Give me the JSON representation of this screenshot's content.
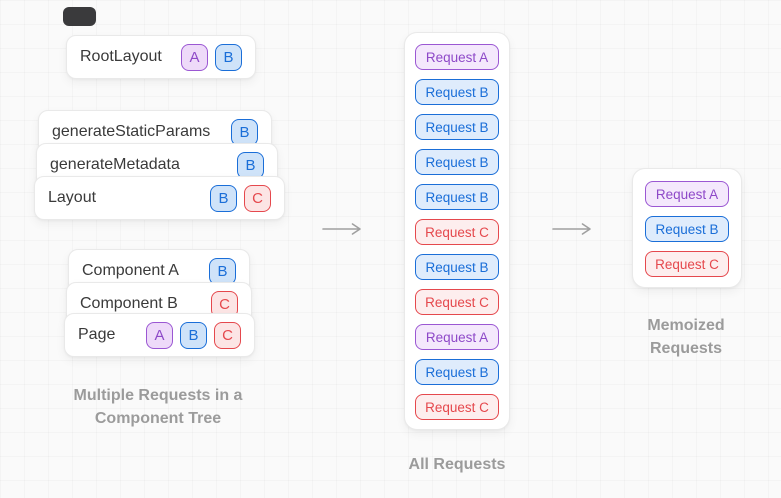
{
  "diagram": {
    "left_column": {
      "cards": [
        {
          "label": "RootLayout",
          "badges": [
            "A",
            "B"
          ]
        },
        {
          "label": "generateStaticParams",
          "badges": [
            "B"
          ]
        },
        {
          "label": "generateMetadata",
          "badges": [
            "B"
          ]
        },
        {
          "label": "Layout",
          "badges": [
            "B",
            "C"
          ]
        },
        {
          "label": "Component A",
          "badges": [
            "B"
          ]
        },
        {
          "label": "Component B",
          "badges": [
            "C"
          ]
        },
        {
          "label": "Page",
          "badges": [
            "A",
            "B",
            "C"
          ]
        }
      ],
      "caption": {
        "line1": "Multiple Requests in a",
        "line2": "Component Tree"
      }
    },
    "middle_column": {
      "pills": [
        "Request A",
        "Request B",
        "Request B",
        "Request B",
        "Request B",
        "Request C",
        "Request B",
        "Request C",
        "Request A",
        "Request B",
        "Request C"
      ],
      "caption": "All Requests"
    },
    "right_column": {
      "pills": [
        "Request A",
        "Request B",
        "Request C"
      ],
      "caption": {
        "line1": "Memoized",
        "line2": "Requests"
      }
    },
    "colors": {
      "purple_border": "#9b57d3",
      "purple_text": "#8e49c8",
      "purple_bg": "#f4e8fc",
      "blue_border": "#1a6ed8",
      "blue_text": "#1a6ed8",
      "blue_bg": "#dfecfc",
      "red_border": "#e5484d",
      "red_text": "#e5484d",
      "red_bg": "#fdeeee",
      "caption_text": "#9b9b9b",
      "card_label_text": "#3a3a3a",
      "arrow": "#a0a0a0",
      "background": "#fafafa"
    }
  }
}
